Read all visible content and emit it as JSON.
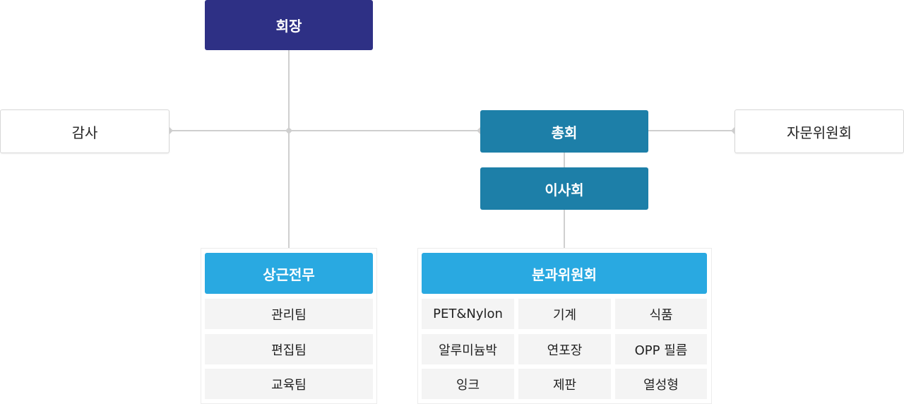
{
  "org": {
    "chairman": "회장",
    "auditor": "감사",
    "general_meeting": "총회",
    "advisory_committee": "자문위원회",
    "board": "이사회"
  },
  "standing": {
    "title": "상근전무",
    "teams": [
      "관리팀",
      "편집팀",
      "교육팀"
    ]
  },
  "subcommittees": {
    "title": "분과위원회",
    "items": [
      "PET&Nylon",
      "기계",
      "식품",
      "알루미늄박",
      "연포장",
      "OPP 필름",
      "잉크",
      "제판",
      "열성형"
    ]
  },
  "colors": {
    "chairman": "#2e3085",
    "teal": "#1d7fa8",
    "header": "#29a9e1",
    "cell": "#f4f4f4",
    "line": "#cfcfcf"
  }
}
